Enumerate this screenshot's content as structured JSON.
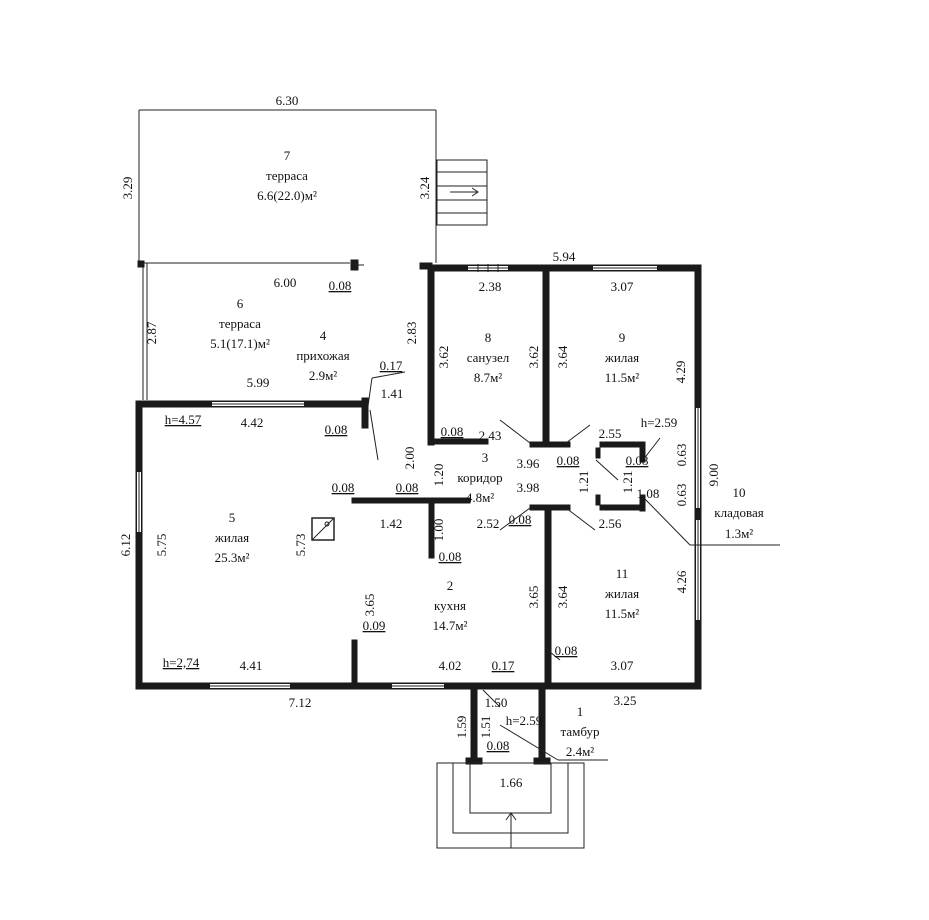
{
  "rooms": {
    "r1": {
      "num": "1",
      "name": "тамбур",
      "area": "2.4м²"
    },
    "r2": {
      "num": "2",
      "name": "кухня",
      "area": "14.7м²"
    },
    "r3": {
      "num": "3",
      "name": "коридор",
      "area": "4.8м²"
    },
    "r4": {
      "num": "4",
      "name": "прихожая",
      "area": "2.9м²"
    },
    "r5": {
      "num": "5",
      "name": "жилая",
      "area": "25.3м²"
    },
    "r6": {
      "num": "6",
      "name": "терраса",
      "area": "5.1(17.1)м²"
    },
    "r7": {
      "num": "7",
      "name": "терраса",
      "area": "6.6(22.0)м²"
    },
    "r8": {
      "num": "8",
      "name": "санузел",
      "area": "8.7м²"
    },
    "r9": {
      "num": "9",
      "name": "жилая",
      "area": "11.5м²"
    },
    "r10": {
      "num": "10",
      "name": "кладовая",
      "area": "1.3м²"
    },
    "r11": {
      "num": "11",
      "name": "жилая",
      "area": "11.5м²"
    }
  },
  "dims": {
    "d630": "6.30",
    "d329": "3.29",
    "d324": "3.24",
    "d600": "6.00",
    "d008_t6": "0.08",
    "d287": "2.87",
    "d283": "2.83",
    "d017a": "0.17",
    "d599": "5.99",
    "d141": "1.41",
    "h457": "h=4.57",
    "d442": "4.42",
    "d008_r5": "0.08",
    "d594": "5.94",
    "d238": "2.38",
    "d307a": "3.07",
    "d362a": "3.62",
    "d362b": "3.62",
    "d364a": "3.64",
    "d429": "4.29",
    "h259a": "h=2.59",
    "d008_c1": "0.08",
    "d243": "2.43",
    "d255": "2.55",
    "d200": "2.00",
    "d396": "3.96",
    "d008_c2": "0.08",
    "d008_c3": "0.08",
    "d063a": "0.63",
    "d900": "9.00",
    "d120": "1.20",
    "d398": "3.98",
    "d121a": "1.21",
    "d121b": "1.21",
    "d108": "1.08",
    "d063b": "0.63",
    "d008_k1": "0.08",
    "d008_k2": "0.08",
    "d142": "1.42",
    "d252": "2.52",
    "d008_k3": "0.08",
    "d256": "2.56",
    "d100": "1.00",
    "d008_k4": "0.08",
    "d612": "6.12",
    "d575": "5.75",
    "d573": "5.73",
    "d365a": "3.65",
    "d009": "0.09",
    "d365b": "3.65",
    "d364b": "3.64",
    "d426": "4.26",
    "h274": "h=2,74",
    "d441": "4.41",
    "d402": "4.02",
    "d017b": "0.17",
    "d008_b": "0.08",
    "d307b": "3.07",
    "d712": "7.12",
    "d150": "1.50",
    "d325": "3.25",
    "d159": "1.59",
    "d151": "1.51",
    "h259b": "h=2.59",
    "d008_t1": "0.08",
    "d166": "1.66"
  },
  "colors": {
    "line": "#1a1a1a",
    "background": "#ffffff"
  }
}
